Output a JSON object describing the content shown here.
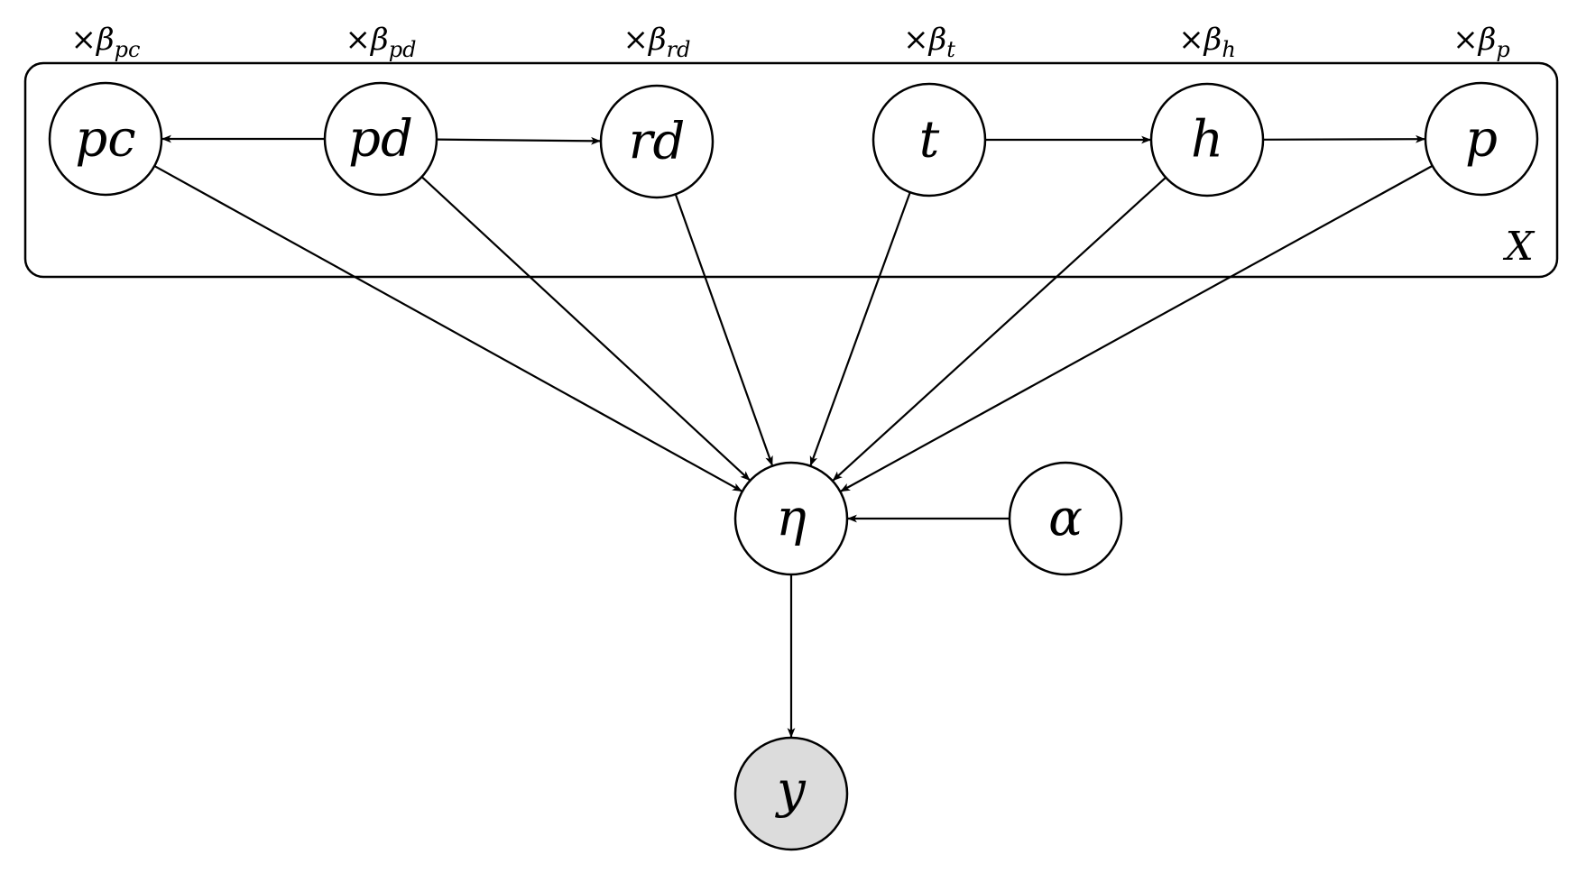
{
  "plate": {
    "label": "X"
  },
  "nodes": {
    "pc": {
      "label": "pc",
      "coef_prefix": "×β",
      "coef_sub": "pc"
    },
    "pd": {
      "label": "pd",
      "coef_prefix": "×β",
      "coef_sub": "pd"
    },
    "rd": {
      "label": "rd",
      "coef_prefix": "×β",
      "coef_sub": "rd"
    },
    "t": {
      "label": "t",
      "coef_prefix": "×β",
      "coef_sub": "t"
    },
    "h": {
      "label": "h",
      "coef_prefix": "×β",
      "coef_sub": "h"
    },
    "p": {
      "label": "p",
      "coef_prefix": "×β",
      "coef_sub": "p"
    },
    "eta": {
      "label": "η"
    },
    "alpha": {
      "label": "α"
    },
    "y": {
      "label": "y",
      "observed": true
    }
  },
  "edges": [
    {
      "from": "pd",
      "to": "pc"
    },
    {
      "from": "pd",
      "to": "rd"
    },
    {
      "from": "t",
      "to": "h"
    },
    {
      "from": "h",
      "to": "p"
    },
    {
      "from": "pc",
      "to": "eta"
    },
    {
      "from": "pd",
      "to": "eta"
    },
    {
      "from": "rd",
      "to": "eta"
    },
    {
      "from": "t",
      "to": "eta"
    },
    {
      "from": "h",
      "to": "eta"
    },
    {
      "from": "p",
      "to": "eta"
    },
    {
      "from": "alpha",
      "to": "eta"
    },
    {
      "from": "eta",
      "to": "y"
    }
  ],
  "colors": {
    "stroke": "#000000",
    "observed_fill": "#dcdcdc",
    "background": "#ffffff"
  }
}
